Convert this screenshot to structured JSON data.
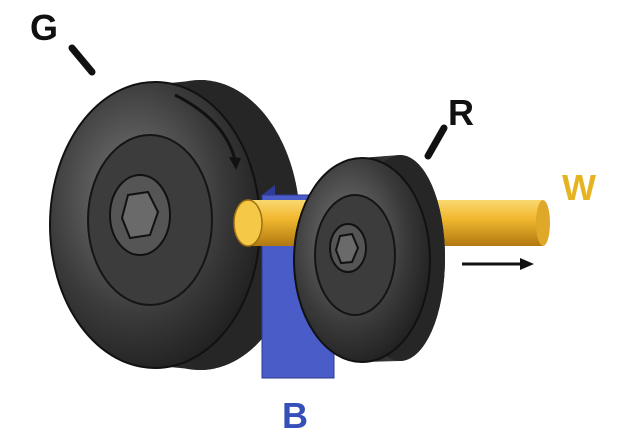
{
  "labels": {
    "grinding_wheel": "G",
    "regulating_wheel": "R",
    "workpiece": "W",
    "blade": "B"
  },
  "colors": {
    "label_dark": "#111111",
    "workpiece_label": "#e6b422",
    "blade_label": "#3550b8",
    "workpiece": "#f0b830",
    "blade": "#4a5cc8",
    "wheel": "#2a2a2a"
  }
}
